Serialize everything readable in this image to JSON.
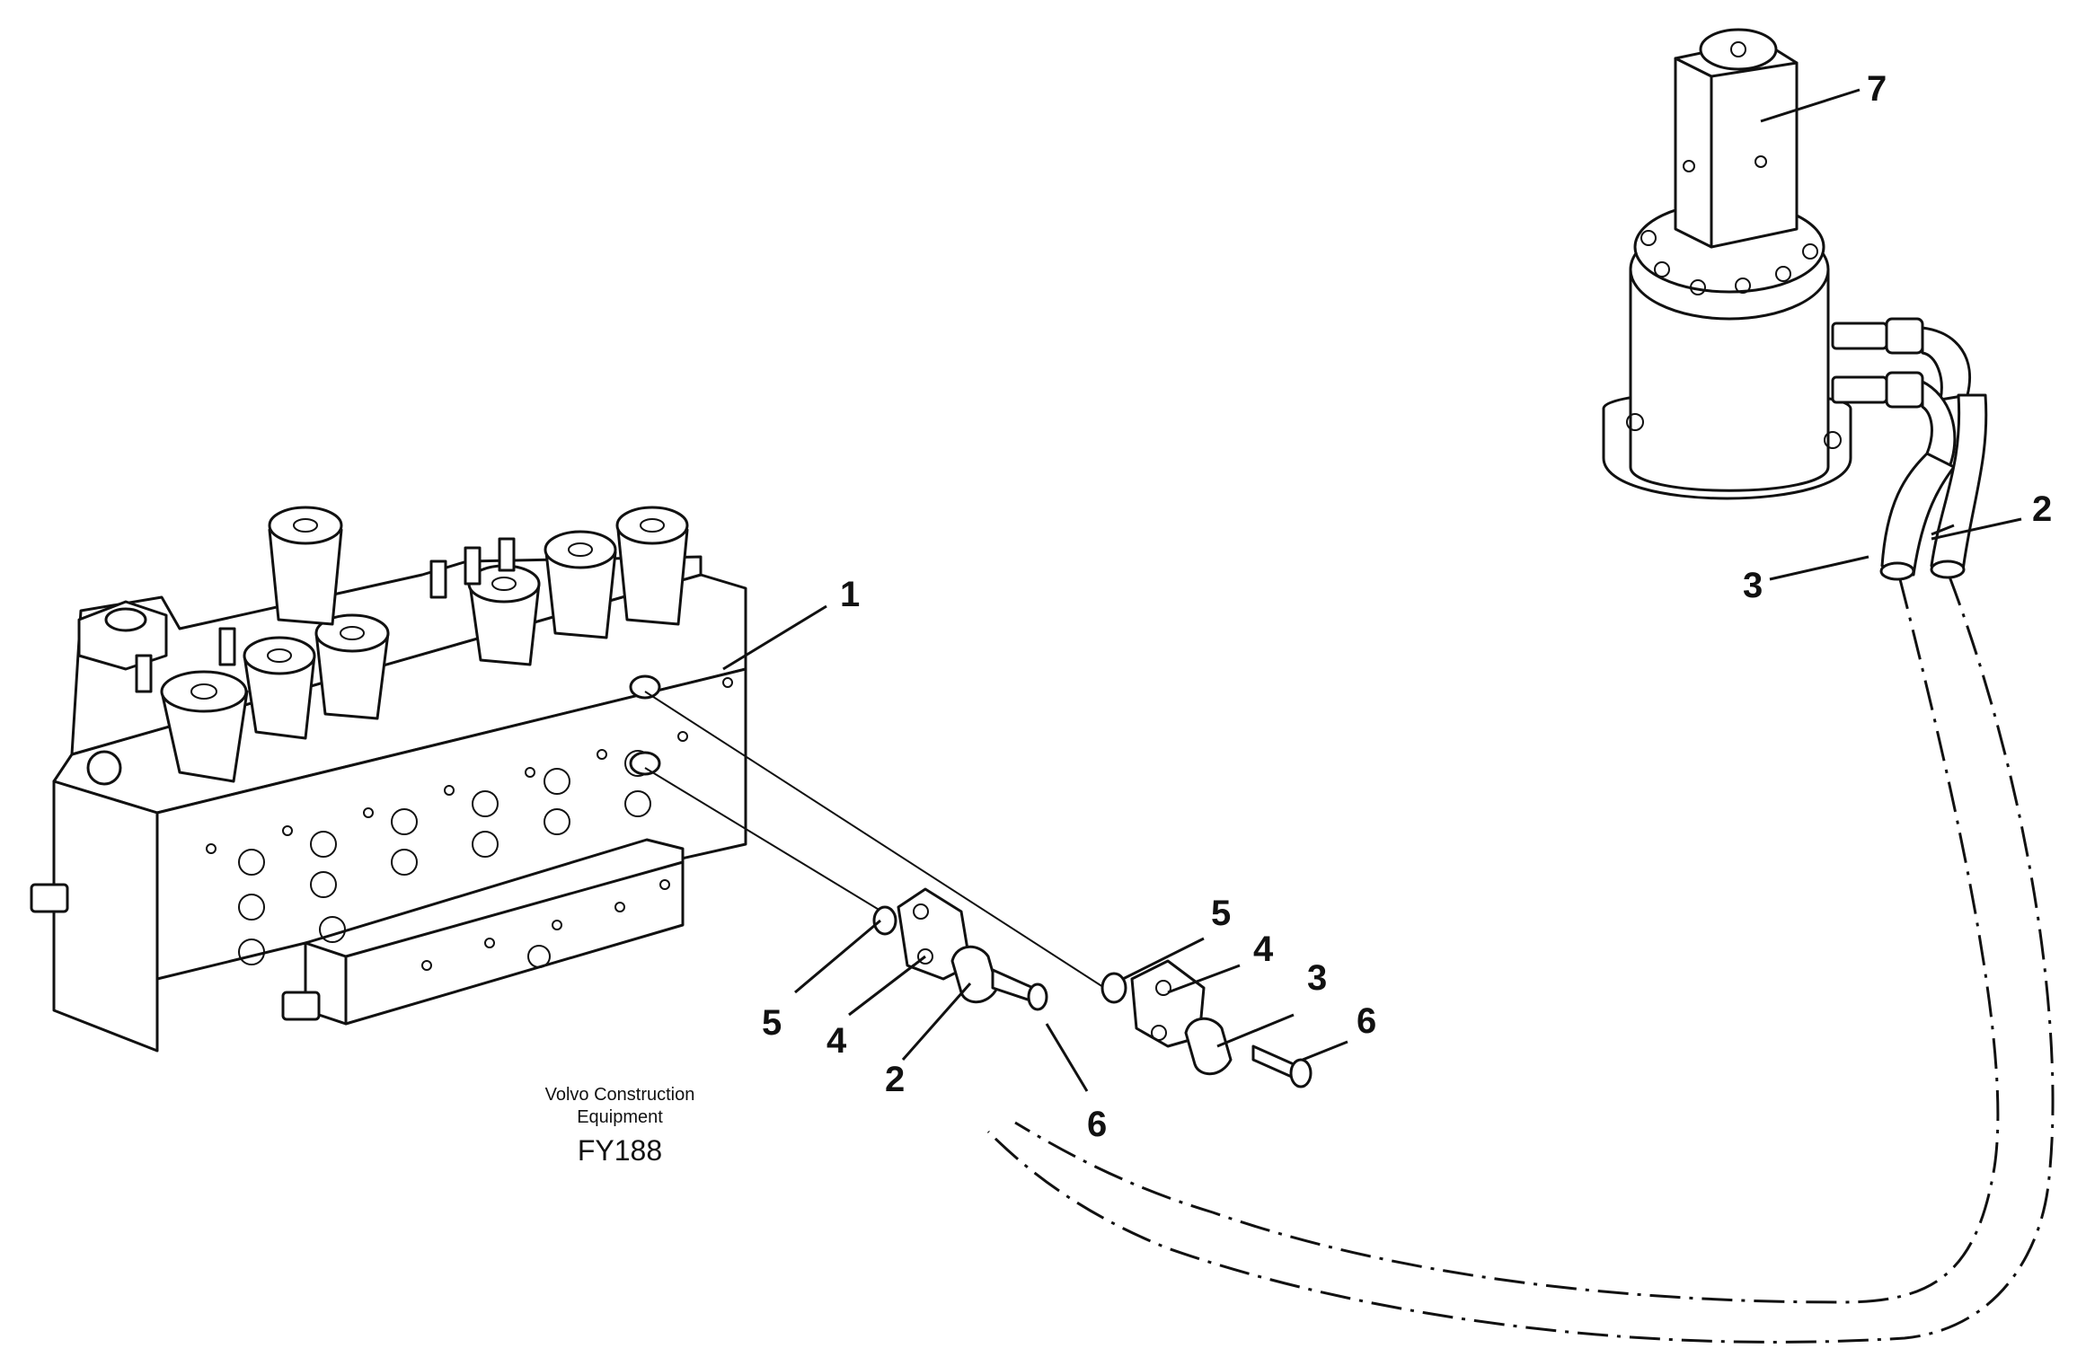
{
  "callouts": {
    "c1": "1",
    "c2_top": "2",
    "c3_top": "3",
    "c7": "7",
    "c5_left": "5",
    "c4_left": "4",
    "c2_mid": "2",
    "c6_mid": "6",
    "c5_right": "5",
    "c4_right": "4",
    "c3_right": "3",
    "c6_right": "6"
  },
  "caption": {
    "line1": "Volvo Construction",
    "line2": "Equipment",
    "code": "FY188"
  }
}
